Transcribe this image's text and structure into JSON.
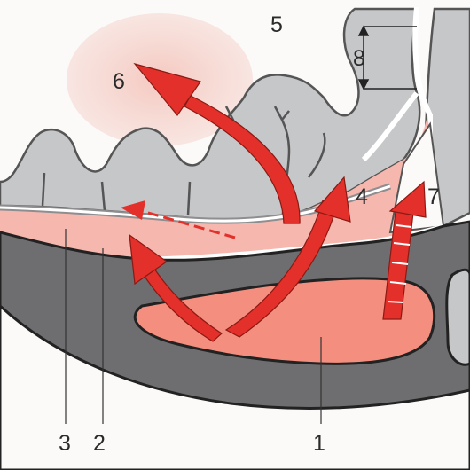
{
  "labels": {
    "l1": "1",
    "l2": "2",
    "l3": "3",
    "l4": "4",
    "l5": "5",
    "l6": "6",
    "l7": "7",
    "l8": "8"
  },
  "colors": {
    "arrow_red": "#e4302a",
    "tissue_pink": "#f6b7ae",
    "lesion_salmon": "#f48f80",
    "dark_gray": "#6e6e70",
    "light_gray": "#c6c7c9",
    "hazy_pink": "#f4cdc6"
  }
}
